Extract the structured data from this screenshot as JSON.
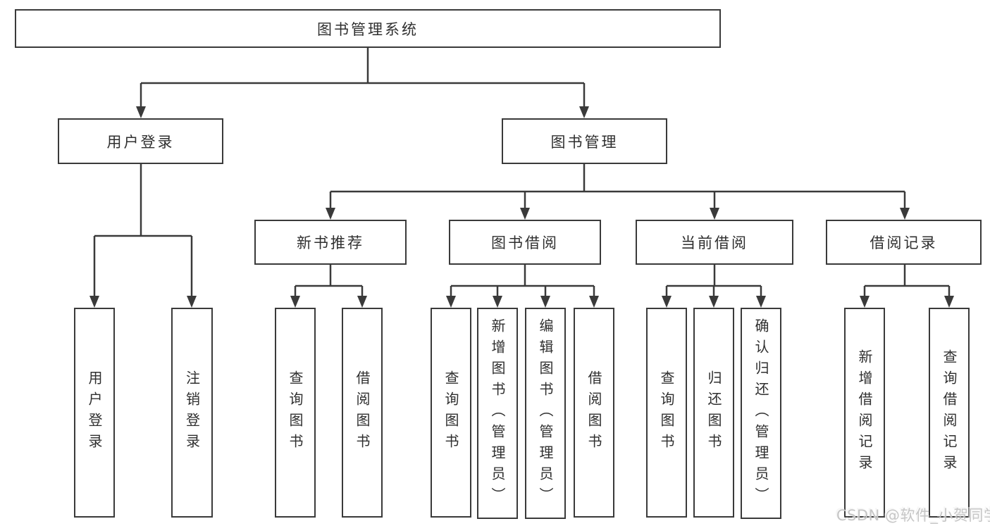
{
  "tree": {
    "root": {
      "label": "图书管理系统"
    },
    "branches": [
      {
        "label": "用户登录",
        "children": [
          {
            "label": "用户登录"
          },
          {
            "label": "注销登录"
          }
        ]
      },
      {
        "label": "图书管理",
        "children": [
          {
            "label": "新书推荐",
            "children": [
              {
                "label": "查询图书"
              },
              {
                "label": "借阅图书"
              }
            ]
          },
          {
            "label": "图书借阅",
            "children": [
              {
                "label": "查询图书"
              },
              {
                "label": "新增图书（管理员）"
              },
              {
                "label": "编辑图书（管理员）"
              },
              {
                "label": "借阅图书"
              }
            ]
          },
          {
            "label": "当前借阅",
            "children": [
              {
                "label": "查询图书"
              },
              {
                "label": "归还图书"
              },
              {
                "label": "确认归还（管理员）"
              }
            ]
          },
          {
            "label": "借阅记录",
            "children": [
              {
                "label": "新增借阅记录"
              },
              {
                "label": "查询借阅记录"
              }
            ]
          }
        ]
      }
    ]
  },
  "watermark": {
    "text": "CSDN @软件_小贺同学"
  },
  "colors": {
    "line": "#3a3a3a",
    "box_border": "#3a3a3a",
    "text": "#2f2f2f",
    "watermark": "#c6c6c6",
    "background": "#ffffff"
  }
}
